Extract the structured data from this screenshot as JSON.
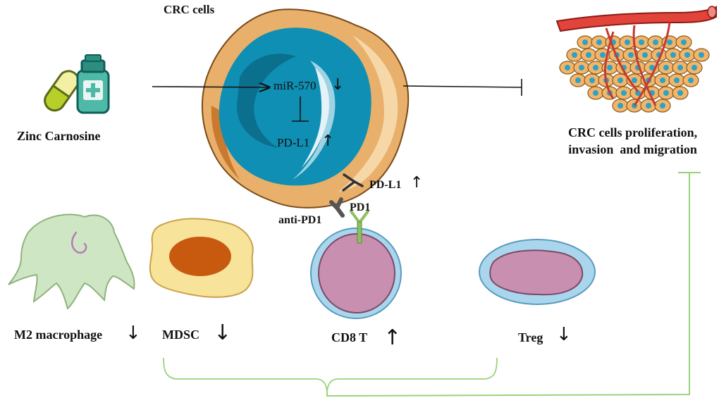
{
  "labels": {
    "crc_cells": "CRC cells",
    "zinc_carnosine": "Zinc Carnosine",
    "mir": "miR-570",
    "pdl1_inner": "PD-L1",
    "pdl1_receptor": "PD-L1",
    "pd1": "PD1",
    "anti_pd1": "anti-PD1",
    "outcome": "CRC cells proliferation,\ninvasion  and migration",
    "m2": "M2 macrophage",
    "mdsc": "MDSC",
    "cd8": "CD8 T",
    "treg": "Treg"
  },
  "arrows": {
    "down": "↓",
    "up": "↑"
  },
  "colors": {
    "inhibit_line": "#9bd27a",
    "cell_core": "#0f8fb3",
    "cell_outer": "#e9b06c",
    "mdsc_body": "#f7e39a",
    "mdsc_nucleus": "#c85a10",
    "m2_body": "#cfe6c4",
    "tcell_ring": "#a9d6ec",
    "tcell_body": "#c98fb0"
  }
}
